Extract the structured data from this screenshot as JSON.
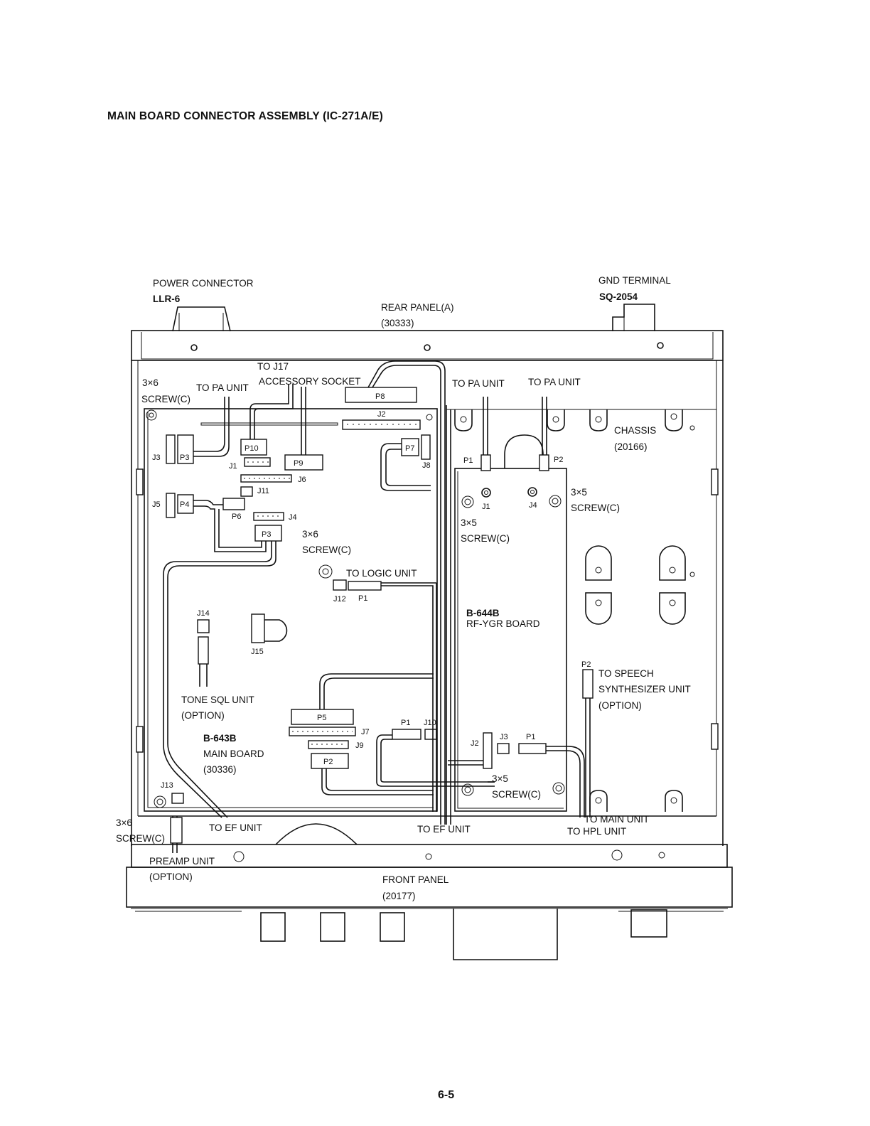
{
  "title": "MAIN BOARD CONNECTOR ASSEMBLY (IC-271A/E)",
  "page_number": "6-5",
  "labels": {
    "power_connector": "POWER CONNECTOR",
    "power_connector_part": "LLR-6",
    "rear_panel": "REAR PANEL(A)",
    "rear_panel_part": "(30333)",
    "gnd_terminal": "GND TERMINAL",
    "gnd_terminal_part": "SQ-2054",
    "screw_3x6": "3×6",
    "screw_3x5": "3×5",
    "screw_c": "SCREW(C)",
    "to_j17": "TO J17",
    "accessory_socket": "ACCESSORY SOCKET",
    "to_pa_unit": "TO PA UNIT",
    "chassis": "CHASSIS",
    "chassis_part": "(20166)",
    "to_logic_unit": "TO LOGIC UNIT",
    "rf_board_id": "B-644B",
    "rf_board_name": "RF-YGR BOARD",
    "to_speech": "TO SPEECH",
    "synth_unit": "SYNTHESIZER UNIT",
    "option": "(OPTION)",
    "tone_sql": "TONE SQL UNIT",
    "main_board_id": "B-643B",
    "main_board_name": "MAIN BOARD",
    "main_board_part": "(30336)",
    "to_ef_unit": "TO EF UNIT",
    "to_main_unit": "TO MAIN UNIT",
    "to_hpl_unit": "TO HPL UNIT",
    "preamp_unit": "PREAMP UNIT",
    "front_panel": "FRONT PANEL",
    "front_panel_part": "(20177)"
  },
  "connectors": {
    "P1": "P1",
    "P2": "P2",
    "P3": "P3",
    "P4": "P4",
    "P5": "P5",
    "P6": "P6",
    "P7": "P7",
    "P8": "P8",
    "P9": "P9",
    "P10": "P10",
    "J1": "J1",
    "J2": "J2",
    "J3": "J3",
    "J4": "J4",
    "J5": "J5",
    "J6": "J6",
    "J7": "J7",
    "J8": "J8",
    "J9": "J9",
    "J10": "J10",
    "J11": "J11",
    "J12": "J12",
    "J13": "J13",
    "J14": "J14",
    "J15": "J15"
  }
}
